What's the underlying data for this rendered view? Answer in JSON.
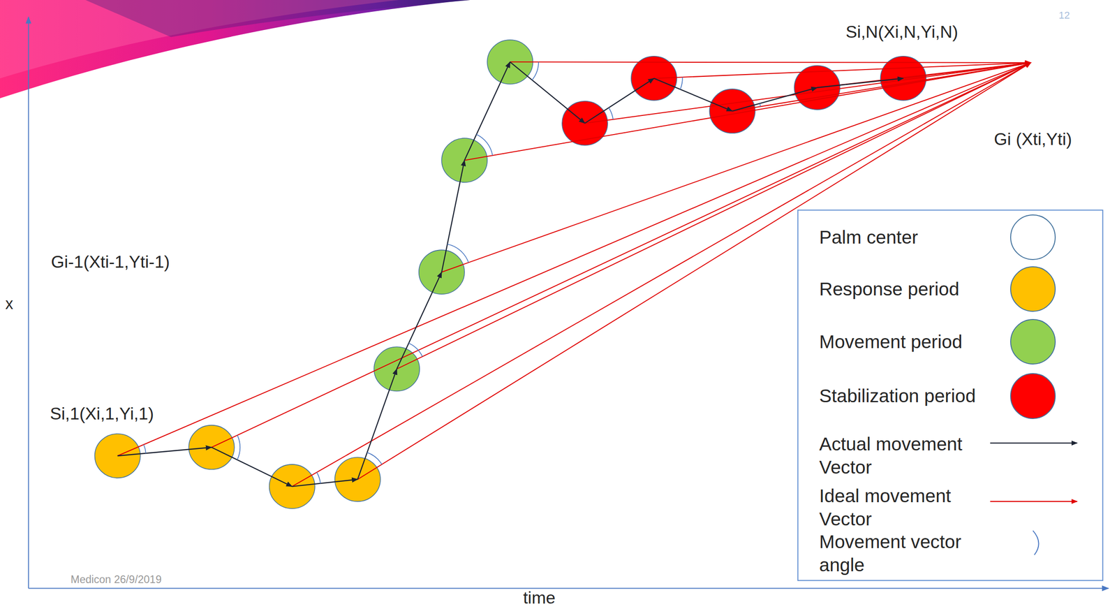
{
  "diagram": {
    "nodes": [
      {
        "text": [
          "Gi-1(Xti-1,Yti-1)"
        ]
      },
      {
        "text": [
          "Gi (Xti,Yti)"
        ]
      }
    ],
    "labels": [
      "12",
      "Si,N(Xi,N,Yi,N)",
      "x",
      "Si,1(Xi,1,Yi,1)",
      "time",
      "Medicon 26/9/2019"
    ],
    "legend": [
      {
        "text": "Palm center",
        "color": "#ffffff"
      },
      {
        "text": "Response period",
        "color": "#ffc000"
      },
      {
        "text": "Movement period",
        "color": "#92d050"
      },
      {
        "text": "Stabilization period",
        "color": "#ff0000"
      },
      {
        "text": "Actual movement Vector"
      },
      {
        "text": "Ideal movement Vector"
      },
      {
        "text": "Movement vector angle"
      }
    ]
  }
}
